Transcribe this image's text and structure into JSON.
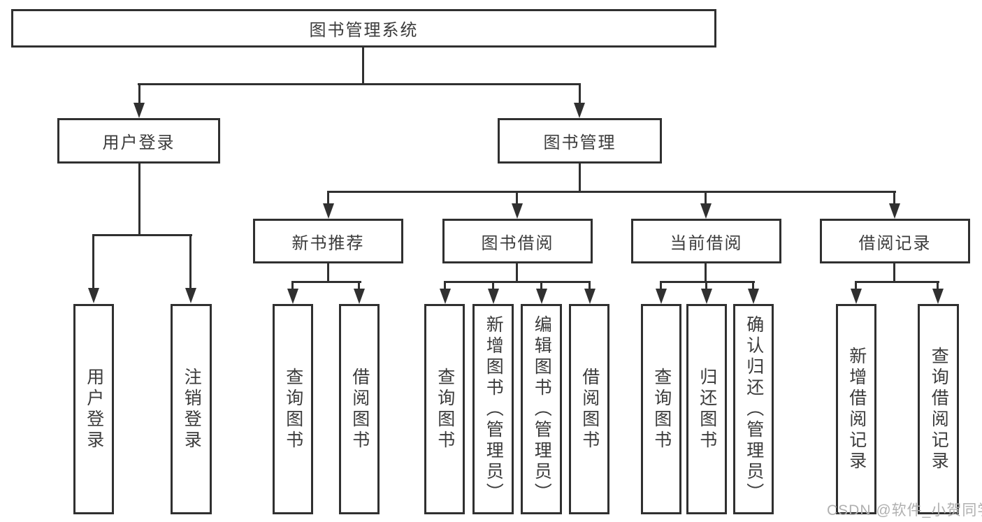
{
  "diagram": {
    "type": "tree",
    "background": "#ffffff",
    "line_color": "#303030",
    "text_color": "#3b3b3b",
    "tree": {
      "label": "图书管理系统",
      "children": [
        {
          "label": "用户登录",
          "children": [
            {
              "label": "用户登录"
            },
            {
              "label": "注销登录"
            }
          ]
        },
        {
          "label": "图书管理",
          "children": [
            {
              "label": "新书推荐",
              "children": [
                {
                  "label": "查询图书"
                },
                {
                  "label": "借阅图书"
                }
              ]
            },
            {
              "label": "图书借阅",
              "children": [
                {
                  "label": "查询图书"
                },
                {
                  "label": "新增图书（管理员）"
                },
                {
                  "label": "编辑图书（管理员）"
                },
                {
                  "label": "借阅图书"
                }
              ]
            },
            {
              "label": "当前借阅",
              "children": [
                {
                  "label": "查询图书"
                },
                {
                  "label": "归还图书"
                },
                {
                  "label": "确认归还（管理员）"
                }
              ]
            },
            {
              "label": "借阅记录",
              "children": [
                {
                  "label": "新增借阅记录"
                },
                {
                  "label": "查询借阅记录"
                }
              ]
            }
          ]
        }
      ]
    },
    "watermark": {
      "text": "CSDN @软件_小贺同学",
      "color": "#b0b0b0"
    }
  }
}
